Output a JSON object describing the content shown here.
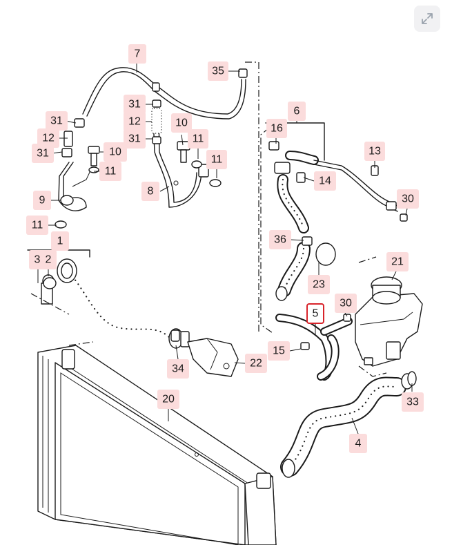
{
  "labels": {
    "l1": "1",
    "l2": "2",
    "l3": "3",
    "l4": "4",
    "l5": "5",
    "l6": "6",
    "l7": "7",
    "l8": "8",
    "l9": "9",
    "l10a": "10",
    "l10b": "10",
    "l11a": "11",
    "l11b": "11",
    "l11c": "11",
    "l11d": "11",
    "l12a": "12",
    "l12b": "12",
    "l13": "13",
    "l14": "14",
    "l15": "15",
    "l16": "16",
    "l20": "20",
    "l21": "21",
    "l22": "22",
    "l23": "23",
    "l30a": "30",
    "l30b": "30",
    "l31a": "31",
    "l31b": "31",
    "l31c": "31",
    "l31d": "31",
    "l33": "33",
    "l34": "34",
    "l35": "35",
    "l36": "36"
  },
  "highlighted_label": "5",
  "toolbar": {
    "expand_icon": "expand-icon"
  },
  "colors": {
    "callout_bg": "#fbdcdc",
    "highlight_border": "#d8232a",
    "button_bg": "#f1f1f3"
  }
}
